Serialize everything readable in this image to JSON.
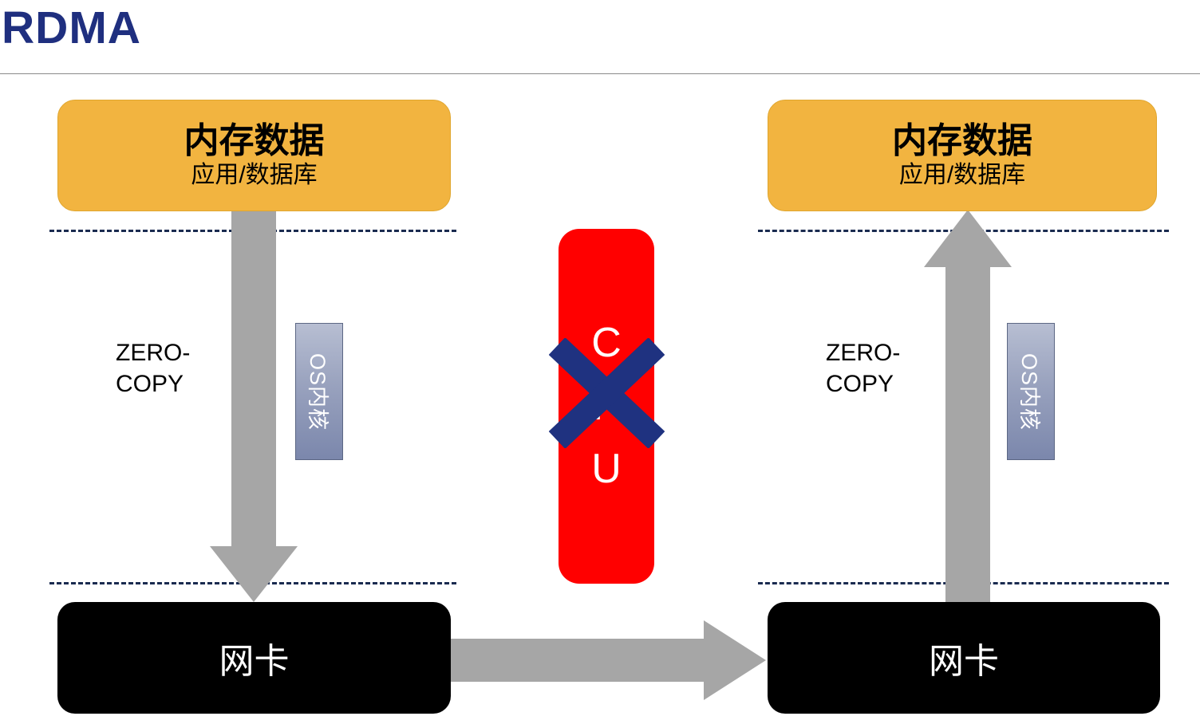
{
  "title": "RDMA",
  "cpu": {
    "label": "C\nP\nU"
  },
  "left": {
    "memory": {
      "title": "内存数据",
      "subtitle": "应用/数据库"
    },
    "zero_copy": "ZERO-\nCOPY",
    "os_kernel": "OS内核",
    "nic": "网卡"
  },
  "right": {
    "memory": {
      "title": "内存数据",
      "subtitle": "应用/数据库"
    },
    "zero_copy": "ZERO-\nCOPY",
    "os_kernel": "OS内核",
    "nic": "网卡"
  },
  "colors": {
    "title": "#1F2F7F",
    "memory_box": "#F2B440",
    "nic_box": "#000000",
    "nic_text": "#FFFFFF",
    "cpu_box": "#FF0000",
    "cross_mark": "#1F3280",
    "arrow": "#A6A6A6",
    "os_kernel_gradient_top": "#B7BED2",
    "os_kernel_gradient_bottom": "#7B87AC",
    "dashed_line": "#1A2B50"
  }
}
